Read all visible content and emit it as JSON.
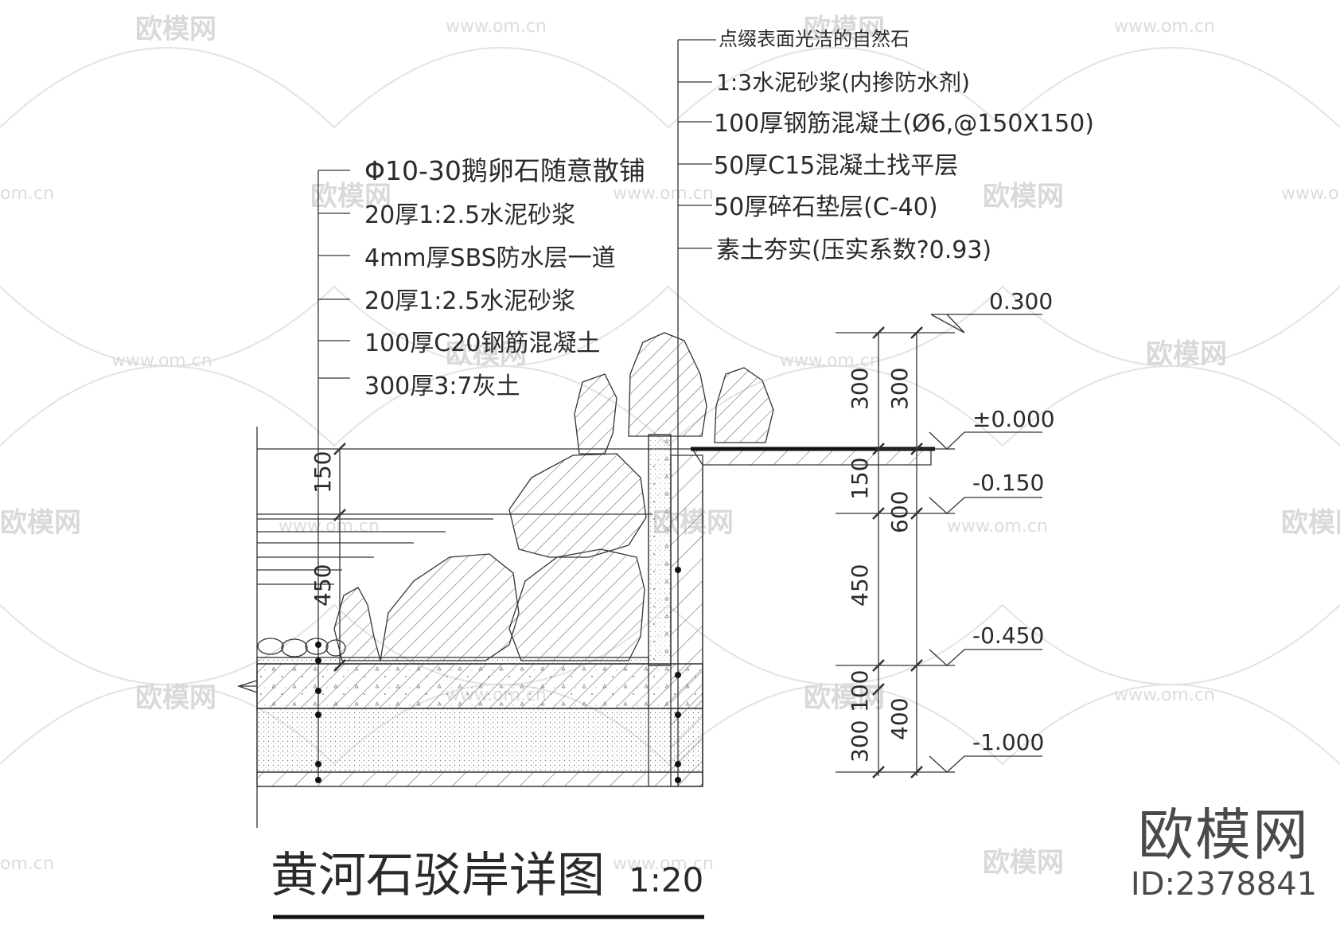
{
  "watermark": {
    "brand": "欧模网",
    "url": "www.om.cn",
    "url_short": "om.cn"
  },
  "labels_right": [
    "点缀表面光洁的自然石",
    "1:3水泥砂浆(内掺防水剂)",
    "100厚钢筋混凝土(Ø6,@150X150)",
    "50厚C15混凝土找平层",
    "50厚碎石垫层(C-40)",
    "素土夯实(压实系数?0.93)"
  ],
  "labels_left": [
    "Φ10-30鹅卵石随意散铺",
    "20厚1:2.5水泥砂浆",
    "4mm厚SBS防水层一道",
    "20厚1:2.5水泥砂浆",
    "100厚C20钢筋混凝土",
    "300厚3:7灰土"
  ],
  "elevations": [
    "0.300",
    "±0.000",
    "-0.150",
    "-0.450",
    "-1.000"
  ],
  "dims_col1": [
    "300",
    "150",
    "450",
    "100",
    "300"
  ],
  "dims_col2": [
    "300",
    "600",
    "400"
  ],
  "dims_left": [
    "150",
    "450"
  ],
  "title": "黄河石驳岸详图",
  "scale": "1:20",
  "brand": {
    "name": "欧模网",
    "id": "ID:2378841"
  }
}
